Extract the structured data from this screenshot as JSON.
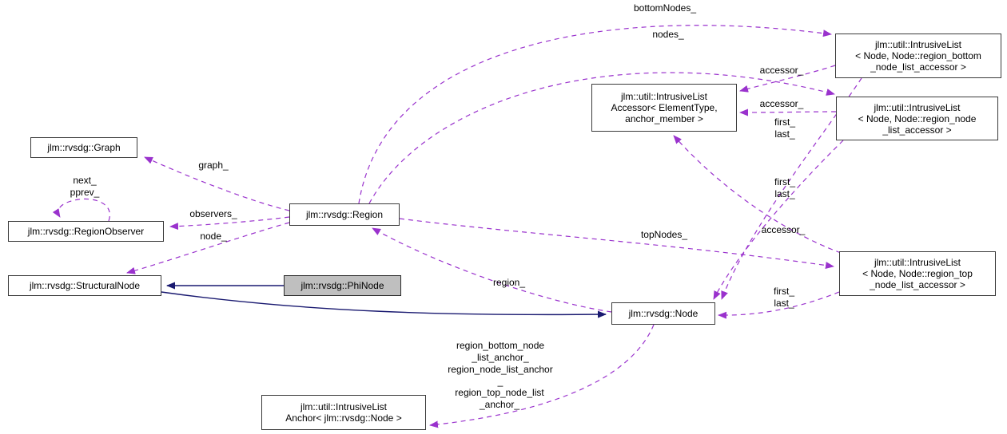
{
  "diagram_type": "doxygen-collaboration-graph",
  "colors": {
    "association_edge": "#9a32cd",
    "inheritance_edge": "#191970",
    "node_fill": "#ffffff",
    "highlight_node_fill": "#bfbfbf",
    "node_border": "#3a3a3a",
    "text": "#000000",
    "background": "#ffffff"
  },
  "nodes": {
    "graph": {
      "label": "jlm::rvsdg::Graph"
    },
    "region_observer": {
      "label": "jlm::rvsdg::RegionObserver"
    },
    "structural_node": {
      "label": "jlm::rvsdg::StructuralNode"
    },
    "phi_node": {
      "label": "jlm::rvsdg::PhiNode"
    },
    "region": {
      "label": "jlm::rvsdg::Region"
    },
    "intrusive_list_accessor": {
      "label": "jlm::util::IntrusiveList\nAccessor< ElementType,\nanchor_member >"
    },
    "intrusive_list_region_bottom": {
      "label": "jlm::util::IntrusiveList\n< Node, Node::region_bottom\n_node_list_accessor >"
    },
    "intrusive_list_region_node": {
      "label": "jlm::util::IntrusiveList\n< Node, Node::region_node\n_list_accessor >"
    },
    "intrusive_list_region_top": {
      "label": "jlm::util::IntrusiveList\n< Node, Node::region_top\n_node_list_accessor >"
    },
    "node": {
      "label": "jlm::rvsdg::Node"
    },
    "intrusive_list_anchor": {
      "label": "jlm::util::IntrusiveList\nAnchor< jlm::rvsdg::Node >"
    }
  },
  "edge_labels": {
    "bottom_nodes": {
      "text": "bottomNodes_"
    },
    "nodes": {
      "text": "nodes_"
    },
    "accessor_a": {
      "text": "accessor_"
    },
    "accessor_b": {
      "text": "accessor_"
    },
    "accessor_c": {
      "text": "accessor_"
    },
    "first_last_a": {
      "text": "first_\nlast_"
    },
    "first_last_b": {
      "text": "first_\nlast_"
    },
    "first_last_c": {
      "text": "first_\nlast_"
    },
    "graph": {
      "text": "graph_"
    },
    "next_pprev": {
      "text": "next_\npprev_"
    },
    "observers": {
      "text": "observers_"
    },
    "node": {
      "text": "node_"
    },
    "top_nodes": {
      "text": "topNodes_"
    },
    "region": {
      "text": "region_"
    },
    "anchor_group1": {
      "text": "region_bottom_node\n_list_anchor_\nregion_node_list_anchor\n_"
    },
    "anchor_group2": {
      "text": "region_top_node_list\n_anchor_"
    }
  }
}
